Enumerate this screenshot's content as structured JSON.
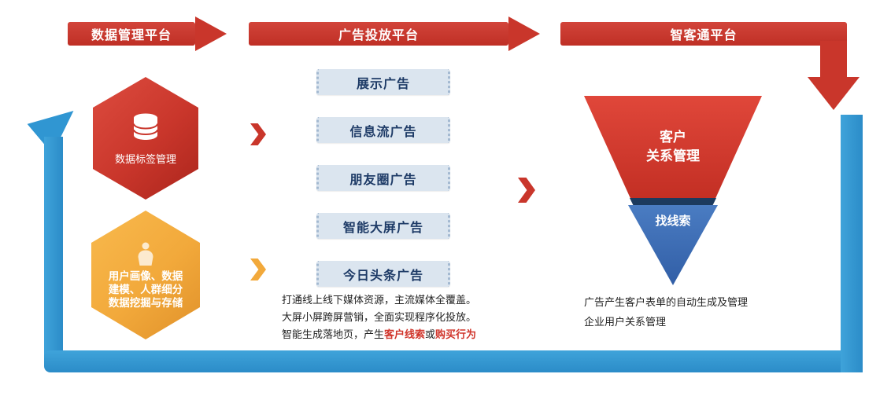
{
  "banners": {
    "data_platform": "数据管理平台",
    "ad_platform": "广告投放平台",
    "zhiketong": "智客通平台"
  },
  "data_module": {
    "tag_management": "数据标签管理",
    "profile_lines": [
      "用户画像、数据",
      "建模、人群细分",
      "数据挖掘与存储"
    ]
  },
  "ad_channels": [
    "展示广告",
    "信息流广告",
    "朋友圈广告",
    "智能大屏广告",
    "今日头条广告"
  ],
  "ad_note": {
    "line1": "打通线上线下媒体资源，主流媒体全覆盖。",
    "line2": "大屏小屏跨屏营销，全面实现程序化投放。",
    "line3_prefix": "智能生成落地页，产生",
    "line3_highlight1": "客户线索",
    "line3_connector": "或",
    "line3_highlight2": "购买行为"
  },
  "funnel": {
    "crm_line1": "客户",
    "crm_line2": "关系管理",
    "leads": "找线索"
  },
  "crm_note": {
    "line1": "广告产生客户表单的自动生成及管理",
    "line2": "企业用户关系管理"
  },
  "icons": {
    "database": "database-icon",
    "person": "person-icon"
  },
  "colors": {
    "red": "#c9362b",
    "orange": "#f2a93b",
    "loop_blue": "#3096d2",
    "funnel_blue": "#3b6ab2",
    "navy": "#1c3a5e",
    "button_bg": "#dbe5ef",
    "highlight_red": "#d0342a"
  }
}
